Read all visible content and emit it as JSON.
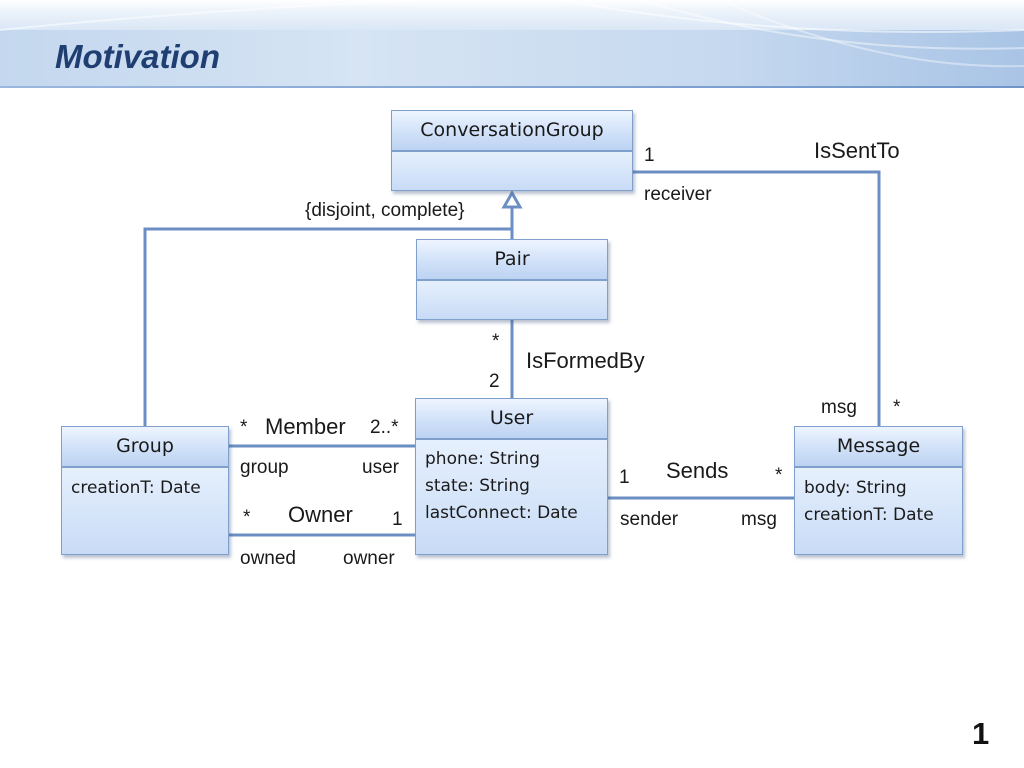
{
  "slide": {
    "title": "Motivation",
    "page_number": "1"
  },
  "classes": {
    "conversation_group": {
      "name": "ConversationGroup",
      "attributes": []
    },
    "pair": {
      "name": "Pair",
      "attributes": []
    },
    "user": {
      "name": "User",
      "attributes": [
        "phone: String",
        "state: String",
        "lastConnect: Date"
      ]
    },
    "group": {
      "name": "Group",
      "attributes": [
        "creationT: Date"
      ]
    },
    "message": {
      "name": "Message",
      "attributes": [
        "body: String",
        "creationT: Date"
      ]
    }
  },
  "generalization": {
    "constraint": "{disjoint, complete}"
  },
  "associations": {
    "is_sent_to": {
      "name": "IsSentTo",
      "receiver_multiplicity": "1",
      "receiver_role": "receiver",
      "msg_role": "msg",
      "msg_multiplicity": "*"
    },
    "is_formed_by": {
      "name": "IsFormedBy",
      "pair_multiplicity": "*",
      "user_multiplicity": "2"
    },
    "member": {
      "name": "Member",
      "group_multiplicity": "*",
      "user_multiplicity": "2..*",
      "group_role": "group",
      "user_role": "user"
    },
    "owner": {
      "name": "Owner",
      "owned_multiplicity": "*",
      "owner_multiplicity": "1",
      "owned_role": "owned",
      "owner_role": "owner"
    },
    "sends": {
      "name": "Sends",
      "sender_multiplicity": "1",
      "msg_multiplicity": "*",
      "sender_role": "sender",
      "msg_role": "msg"
    }
  }
}
